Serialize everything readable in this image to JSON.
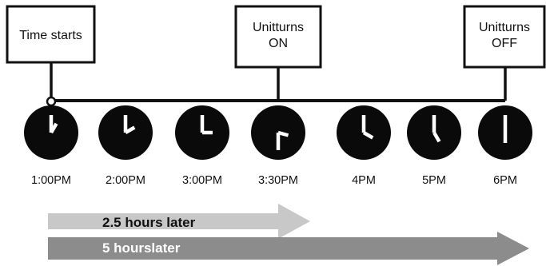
{
  "callouts": {
    "start": {
      "lines": [
        "Time starts"
      ]
    },
    "on": {
      "lines": [
        "Unitturns",
        "ON"
      ]
    },
    "off": {
      "lines": [
        "Unitturns",
        "OFF"
      ]
    }
  },
  "clocks": [
    {
      "label": "1:00PM",
      "hour": 1,
      "minute": 0
    },
    {
      "label": "2:00PM",
      "hour": 2,
      "minute": 0
    },
    {
      "label": "3:00PM",
      "hour": 3,
      "minute": 0
    },
    {
      "label": "3:30PM",
      "hour": 3,
      "minute": 30
    },
    {
      "label": "4PM",
      "hour": 4,
      "minute": 0
    },
    {
      "label": "5PM",
      "hour": 5,
      "minute": 0
    },
    {
      "label": "6PM",
      "hour": 6,
      "minute": 0
    }
  ],
  "arrows": {
    "short": {
      "label": "2.5 hours later",
      "color": "#c8c8c8",
      "text_color": "#111111"
    },
    "long": {
      "label": "5 hourslater",
      "color": "#8c8c8c",
      "text_color": "#ffffff"
    }
  }
}
